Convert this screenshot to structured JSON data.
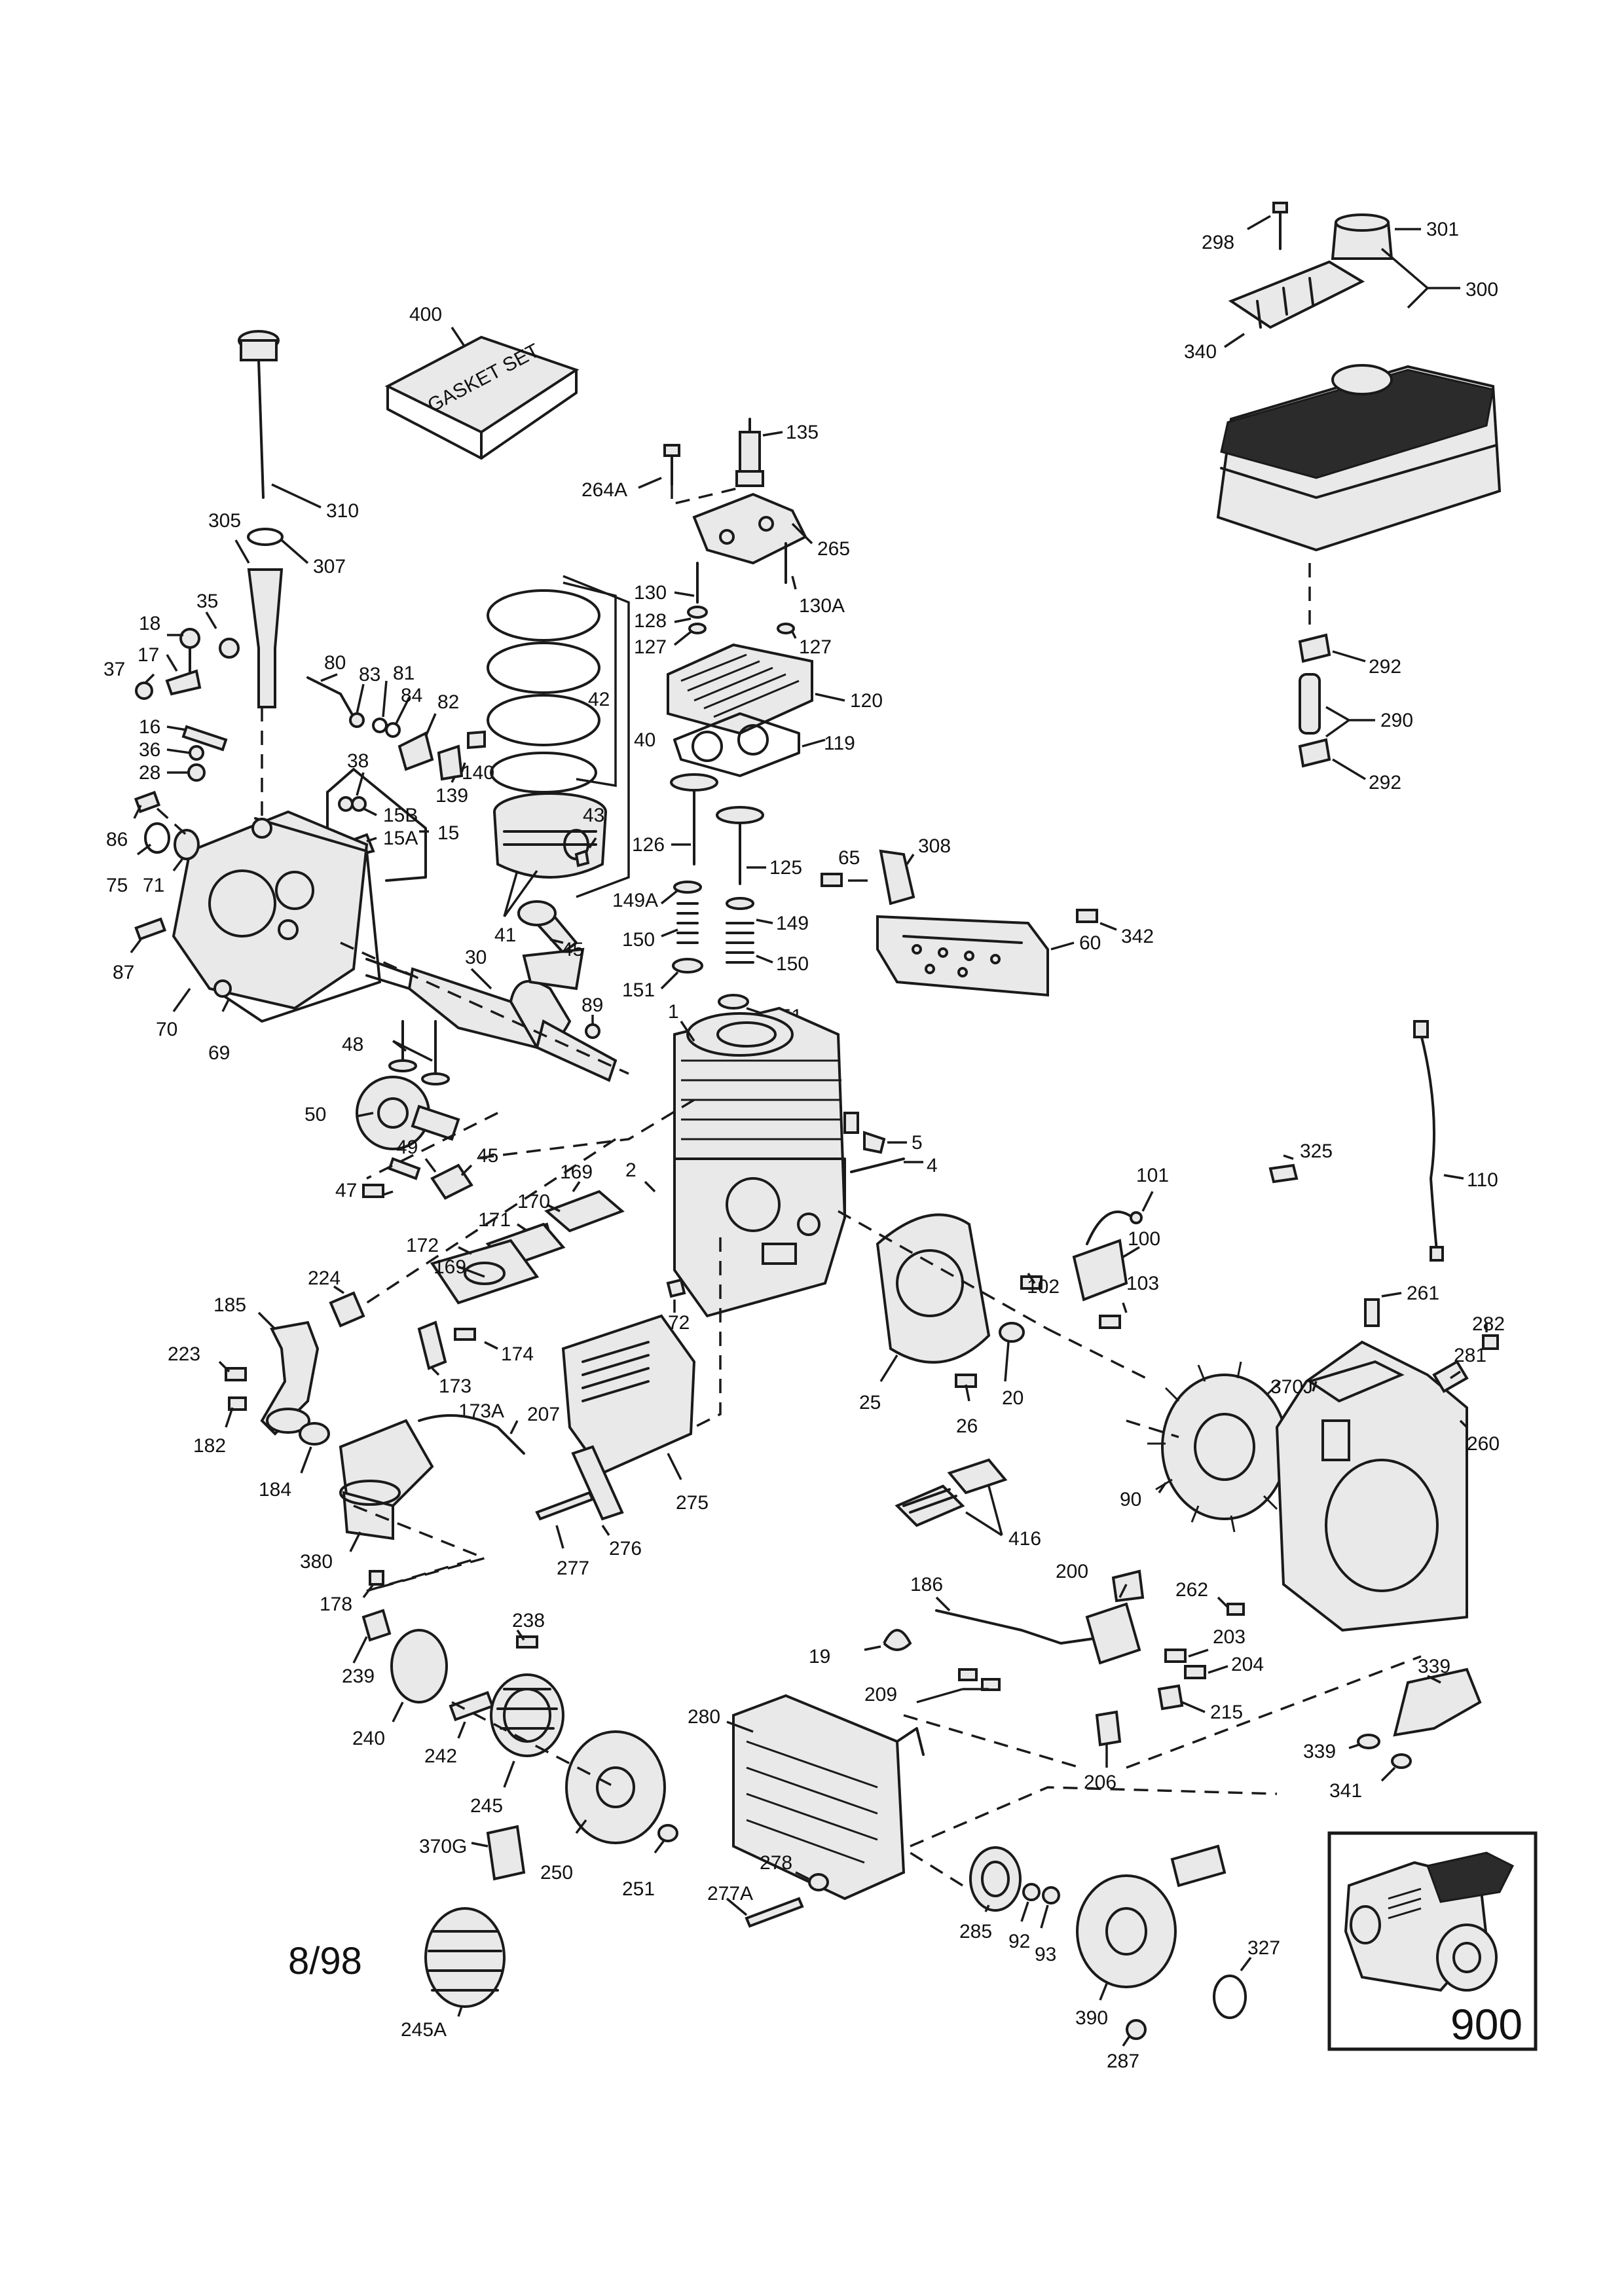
{
  "date_code": "8/98",
  "gasket_set_text": "GASKET SET",
  "inset_number": "900",
  "callouts": {
    "c400": "400",
    "c298": "298",
    "c301": "301",
    "c300": "300",
    "c340": "340",
    "c310": "310",
    "c305": "305",
    "c307": "307",
    "c135": "135",
    "c264A": "264A",
    "c265": "265",
    "c130": "130",
    "c130A": "130A",
    "c128": "128",
    "c127a": "127",
    "c127b": "127",
    "c120": "120",
    "c119": "119",
    "c42": "42",
    "c40": "40",
    "c43": "43",
    "c41": "41",
    "c35": "35",
    "c18": "18",
    "c37": "37",
    "c17": "17",
    "c16": "16",
    "c36": "36",
    "c28": "28",
    "c80": "80",
    "c83": "83",
    "c81": "81",
    "c84": "84",
    "c82": "82",
    "c140": "140",
    "c139": "139",
    "c38": "38",
    "c15B": "15B",
    "c15A": "15A",
    "c15": "15",
    "c86": "86",
    "c75": "75",
    "c71": "71",
    "c87": "87",
    "c70": "70",
    "c69": "69",
    "c292a": "292",
    "c290": "290",
    "c292b": "292",
    "c126": "126",
    "c125": "125",
    "c149A": "149A",
    "c149": "149",
    "c150a": "150",
    "c150b": "150",
    "c151a": "151",
    "c151b": "151",
    "c65": "65",
    "c308": "308",
    "c60": "60",
    "c342": "342",
    "c30": "30",
    "c45a": "45",
    "c89": "89",
    "c48": "48",
    "c1": "1",
    "c50": "50",
    "c49": "49",
    "c45b": "45",
    "c47": "47",
    "c5": "5",
    "c4": "4",
    "c2": "2",
    "c169a": "169",
    "c170": "170",
    "c171": "171",
    "c172": "172",
    "c169b": "169",
    "c101": "101",
    "c100": "100",
    "c102": "102",
    "c103": "103",
    "c325": "325",
    "c110": "110",
    "c224": "224",
    "c185": "185",
    "c223": "223",
    "c182": "182",
    "c174": "174",
    "c173": "173",
    "c173A": "173A",
    "c207": "207",
    "c72": "72",
    "c25": "25",
    "c26": "26",
    "c20": "20",
    "c261": "261",
    "c282": "282",
    "c281": "281",
    "c370J": "370J",
    "c260": "260",
    "c90": "90",
    "c416": "416",
    "c275": "275",
    "c184": "184",
    "c380": "380",
    "c178": "178",
    "c276": "276",
    "c277": "277",
    "c186": "186",
    "c200": "200",
    "c262": "262",
    "c203": "203",
    "c204": "204",
    "c19": "19",
    "c209": "209",
    "c215": "215",
    "c206": "206",
    "c239": "239",
    "c238": "238",
    "c240": "240",
    "c242": "242",
    "c245": "245",
    "c280": "280",
    "c339a": "339",
    "c339b": "339",
    "c341": "341",
    "c370G": "370G",
    "c250": "250",
    "c251": "251",
    "c278": "278",
    "c277A": "277A",
    "c285": "285",
    "c92": "92",
    "c93": "93",
    "c390": "390",
    "c327": "327",
    "c287": "287",
    "c245A": "245A"
  }
}
